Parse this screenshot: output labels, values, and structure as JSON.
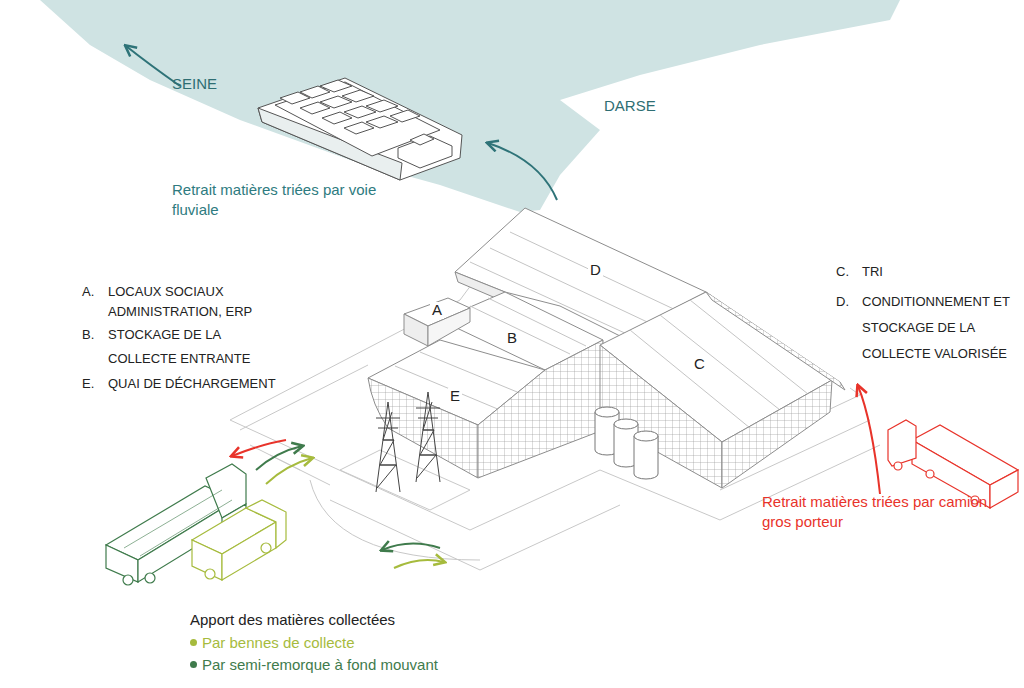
{
  "diagram": {
    "labels": [
      "SEINE",
      "DARSE",
      "Retrait matières triées par voie fluviale",
      "A.",
      "LOCAUX SOCIAUX ADMINISTRATION, ERP",
      "B.",
      "STOCKAGE DE LA COLLECTE ENTRANTE",
      "E.",
      "QUAI DE DÉCHARGEMENT",
      "C.",
      "TRI",
      "D.",
      "CONDITIONNEMENT ET STOCKAGE DE LA COLLECTE VALORISÉE",
      "A",
      "B",
      "C",
      "D",
      "E",
      "Retrait matières triées par camion gros porteur",
      "Apport des matières collectées"
    ],
    "legend": [
      {
        "text": "Par bennes de collecte",
        "color": "#a6bb3d"
      },
      {
        "text": "Par semi-remorque à fond mouvant",
        "color": "#3f7b4c"
      }
    ]
  }
}
